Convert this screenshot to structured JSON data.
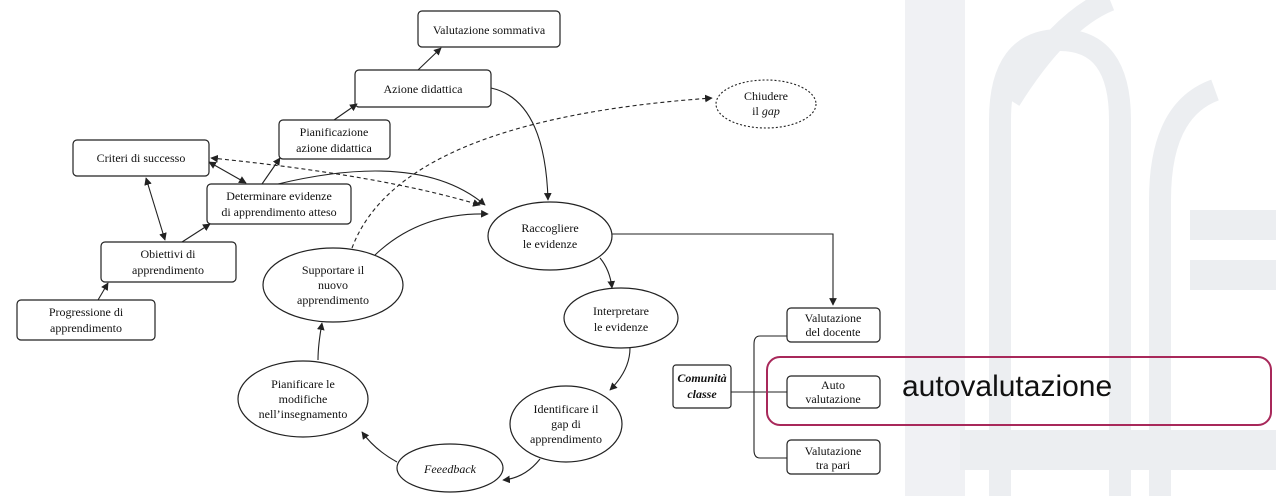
{
  "nodes": {
    "valutazione_sommativa": "Valutazione sommativa",
    "azione_didattica": "Azione didattica",
    "pianificazione_1": "Pianificazione",
    "pianificazione_2": "azione didattica",
    "criteri": "Criteri di successo",
    "determinare_1": "Determinare evidenze",
    "determinare_2": "di apprendimento atteso",
    "obiettivi_1": "Obiettivi di",
    "obiettivi_2": "apprendimento",
    "progressione_1": "Progressione di",
    "progressione_2": "apprendimento",
    "chiudere_1": "Chiudere",
    "chiudere_2a": "il ",
    "chiudere_2b": "gap",
    "raccogliere_1": "Raccogliere",
    "raccogliere_2": "le evidenze",
    "interpretare_1": "Interpretare",
    "interpretare_2": "le evidenze",
    "identificare_1": "Identificare il",
    "identificare_2": "gap di",
    "identificare_3": "apprendimento",
    "feedback": "Feeedback",
    "pianificare_1": "Pianificare le",
    "pianificare_2": "modifiche",
    "pianificare_3": "nell’insegnamento",
    "supportare_1": "Supportare il",
    "supportare_2": "nuovo",
    "supportare_3": "apprendimento",
    "comunita_1": "Comunità",
    "comunita_2": "classe",
    "val_docente_1": "Valutazione",
    "val_docente_2": "del docente",
    "auto_1": "Auto",
    "auto_2": "valutazione",
    "pari_1": "Valutazione",
    "pari_2": "tra pari"
  },
  "highlight": {
    "label": "autovalutazione",
    "color": "#a8285a"
  }
}
